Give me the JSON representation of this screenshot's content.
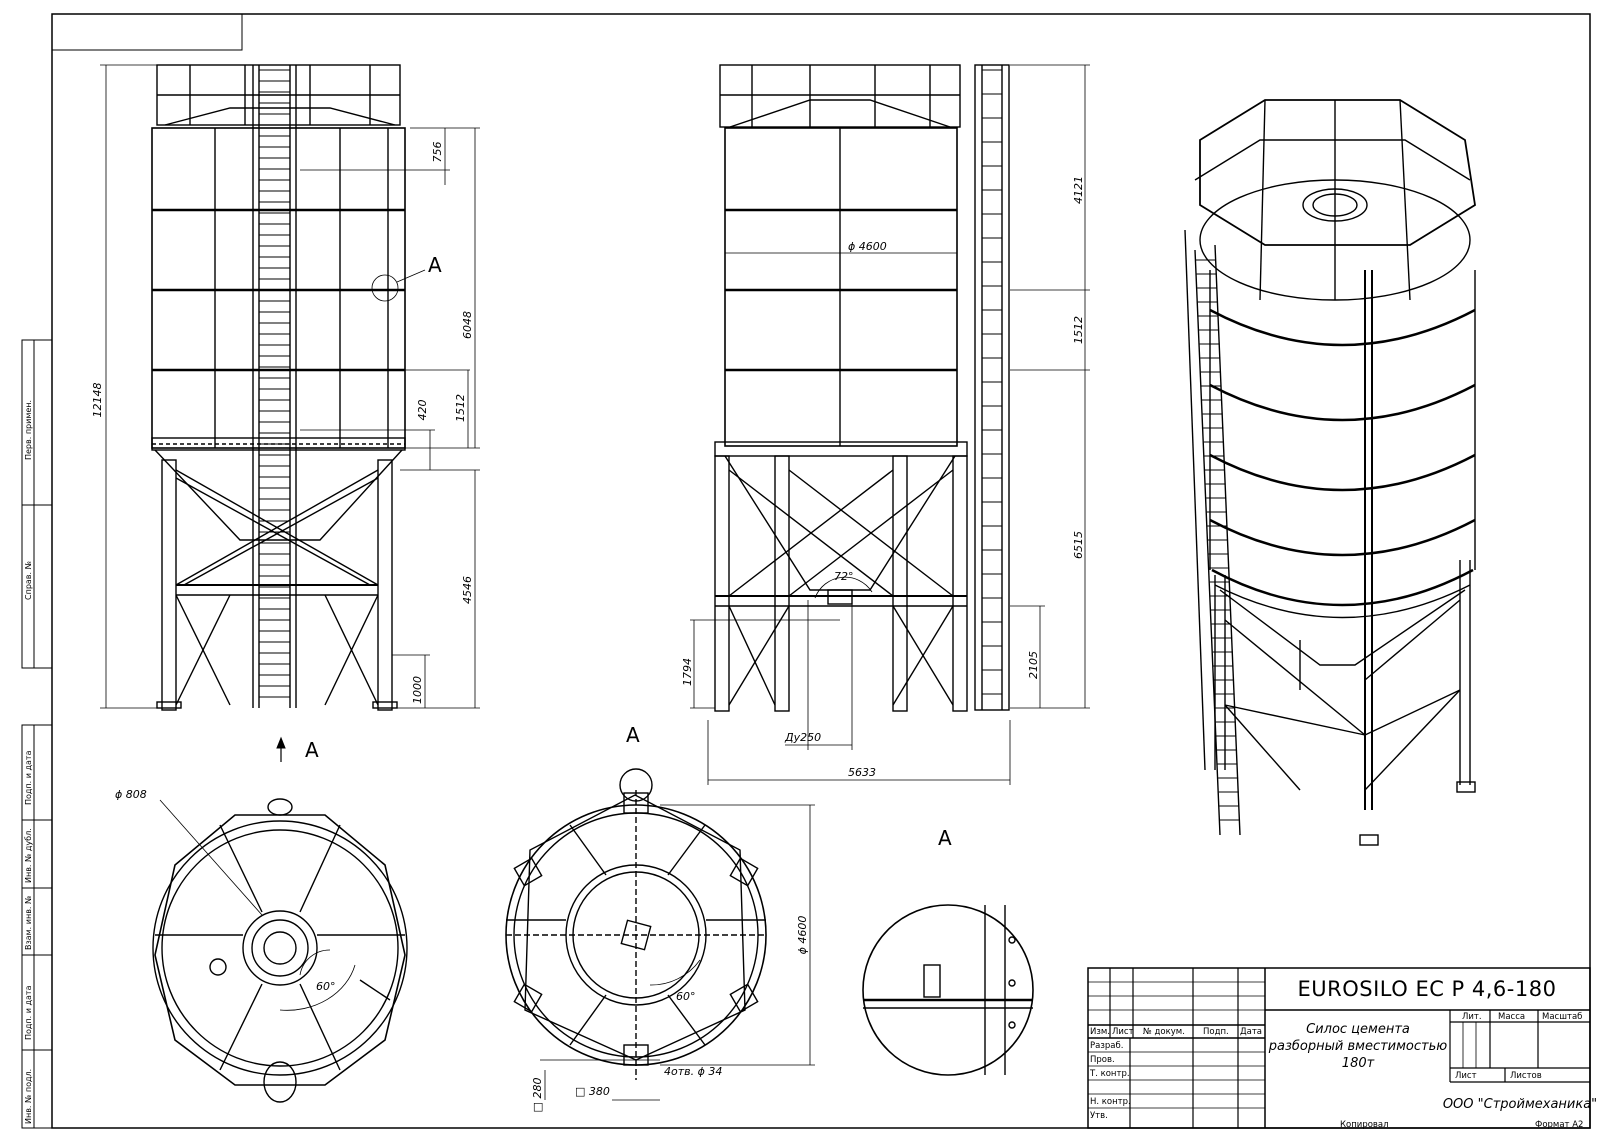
{
  "dimensions": {
    "front": {
      "total_height": "12148",
      "top_756": "756",
      "body_6048": "6048",
      "d_1512": "1512",
      "d_420": "420",
      "legs_4546": "4546",
      "d_1000": "1000"
    },
    "side": {
      "diameter": "ϕ 4600",
      "d_4121": "4121",
      "d_1512": "1512",
      "d_6515": "6515",
      "d_2105": "2105",
      "d_1794": "1794",
      "angle_72": "72°",
      "outlet": "Ду250",
      "width_5633": "5633"
    },
    "plan_top": {
      "diameter_808": "ϕ 808",
      "angle_60": "60°"
    },
    "plan_base": {
      "diameter_4600": "ϕ 4600",
      "angle_60": "60°",
      "holes": "4отв. ϕ 34",
      "square_380": "□ 380",
      "square_280": "□ 280"
    }
  },
  "section_labels": {
    "front_arrow": "A",
    "callout": "A",
    "view_a_top": "A",
    "view_a_detail": "A"
  },
  "side_stamp": [
    "Перв. примен.",
    "Справ. №",
    "Подп. и дата",
    "Инв. № дубл.",
    "Взам. инв. №",
    "Подп. и дата",
    "Инв. № подл."
  ],
  "title_block": {
    "designation": "EUROSILO EC P 4,6-180",
    "name_line1": "Силос цемента",
    "name_line2": "разборный вместимостью",
    "name_line3": "180т",
    "company": "ООО \"Строймеханика\"",
    "headers": {
      "izm": "Изм.",
      "list": "Лист",
      "doc": "№ докум.",
      "sign": "Подп.",
      "date": "Дата"
    },
    "roles": [
      "Разраб.",
      "Пров.",
      "Т. контр.",
      "",
      "Н. контр.",
      "Утв."
    ],
    "lit": "Лит.",
    "mass": "Масса",
    "scale": "Масштаб",
    "sheet": "Лист",
    "sheets": "Листов",
    "copied": "Копировал",
    "format": "Формат А2"
  },
  "colors": {
    "line": "#000000",
    "paper": "#ffffff"
  }
}
